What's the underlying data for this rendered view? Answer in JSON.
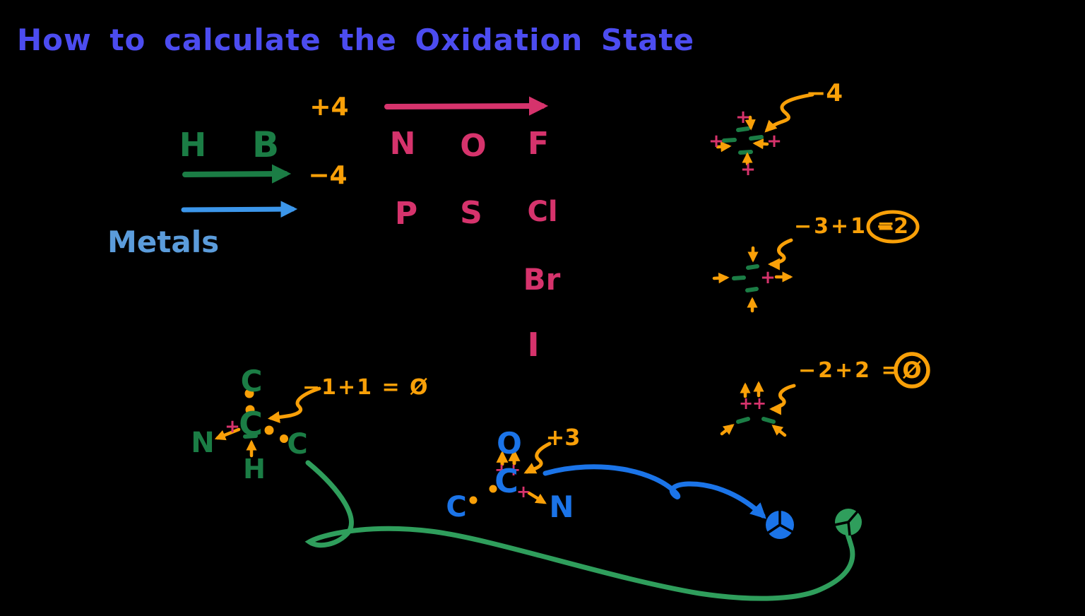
{
  "palette": {
    "bg": "#000000",
    "title": "#4c4cf0",
    "green-dark": "#1b7d45",
    "green-mid": "#2f9e5c",
    "pink": "#d6336c",
    "orange": "#f9a008",
    "blue-bright": "#1b74e8",
    "blue-light": "#5b9cdb",
    "blue-arrow": "#3c96ea"
  },
  "title": "How to calculate the Oxidation State",
  "symbols": {
    "plus": "+"
  },
  "legend": {
    "nonmetals_left": {
      "h": "H",
      "b": "B"
    },
    "max_state": "+4",
    "min_state": "−4",
    "metals": "Metals",
    "electronegative": {
      "row1": [
        "N",
        "O",
        "F"
      ],
      "row2": [
        "P",
        "S",
        "Cl"
      ],
      "row3": "Br",
      "row4": "I"
    }
  },
  "examples": {
    "four_bonds": {
      "result": "−4"
    },
    "three_plus_one": {
      "equation": "−3+1 =",
      "result": "−2"
    },
    "two_plus_two": {
      "equation": "−2+2 =",
      "result": "Ø"
    },
    "organic_left": {
      "equation": "−1+1 = Ø",
      "atom_top": "C",
      "atom_center": "C",
      "atom_n": "N",
      "atom_h": "H",
      "atom_right": "C"
    },
    "organic_mid": {
      "label": "+3",
      "atom_o": "O",
      "atom_center": "C",
      "atom_left": "C",
      "atom_n": "N"
    }
  }
}
